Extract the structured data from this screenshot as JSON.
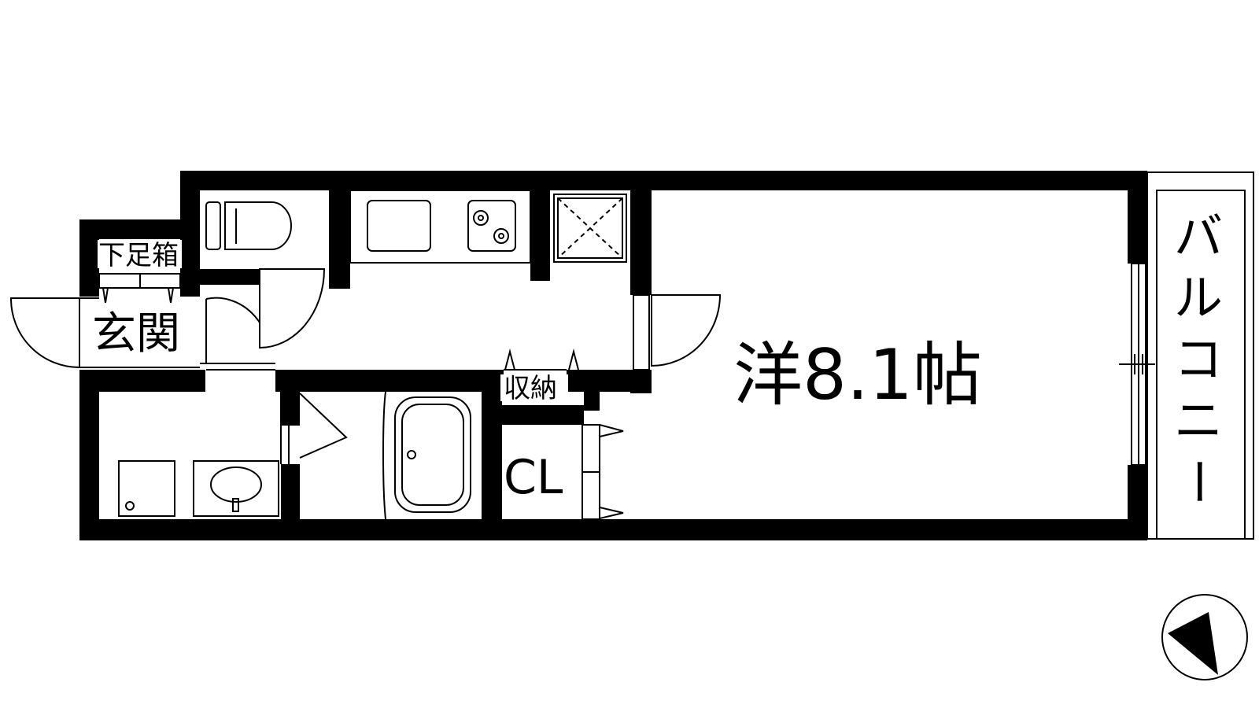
{
  "floorplan": {
    "rooms": {
      "western": {
        "label": "洋8.1帖"
      },
      "entrance": {
        "label": "玄関"
      },
      "shoe_box": {
        "label": "下足箱"
      },
      "storage": {
        "label": "収納"
      },
      "closet": {
        "label": "CL"
      }
    },
    "balcony": {
      "label": "バルコニー",
      "chars": [
        "バ",
        "ル",
        "コ",
        "ニ",
        "ー"
      ]
    },
    "compass": {
      "direction": "north-arrow"
    },
    "colors": {
      "wall": "#000000",
      "background": "#ffffff"
    }
  }
}
